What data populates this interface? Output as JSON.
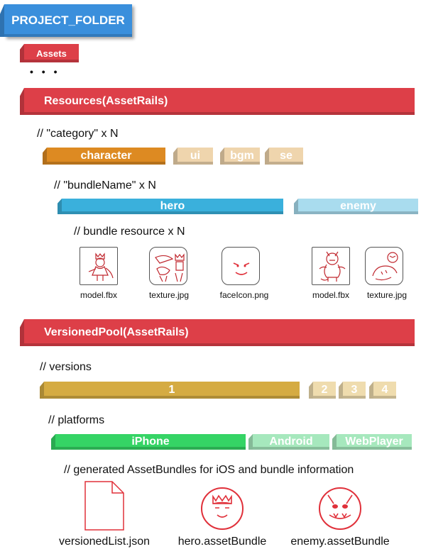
{
  "project": {
    "title": "PROJECT_FOLDER"
  },
  "assets": {
    "label": "Assets",
    "ellipsis": "• • •"
  },
  "resources": {
    "label": "Resources(AssetRails)",
    "category_comment": "// \"category\" x N",
    "categories": [
      "character",
      "ui",
      "bgm",
      "se"
    ],
    "bundle_comment": "// \"bundleName\" x N",
    "bundles": [
      "hero",
      "enemy"
    ],
    "resource_comment": "// bundle resource x N",
    "files": [
      {
        "name": "model.fbx",
        "icon": "hero-model-icon"
      },
      {
        "name": "texture.jpg",
        "icon": "hero-texture-icon"
      },
      {
        "name": "faceIcon.png",
        "icon": "face-icon"
      },
      {
        "name": "model.fbx",
        "icon": "enemy-model-icon"
      },
      {
        "name": "texture.jpg",
        "icon": "enemy-texture-icon"
      }
    ]
  },
  "versioned": {
    "label": "VersionedPool(AssetRails)",
    "versions_comment": "// versions",
    "versions": [
      "1",
      "2",
      "3",
      "4"
    ],
    "platforms_comment": "// platforms",
    "platforms": [
      "iPhone",
      "Android",
      "WebPlayer"
    ],
    "generated_comment": "// generated AssetBundles for iOS and bundle information",
    "outputs": [
      {
        "name": "versionedList.json",
        "icon": "document-icon"
      },
      {
        "name": "hero.assetBundle",
        "icon": "hero-bundle-icon"
      },
      {
        "name": "enemy.assetBundle",
        "icon": "enemy-bundle-icon"
      }
    ]
  },
  "colors": {
    "blue": "#3a8fdc",
    "red": "#dd3f48",
    "orange": "#dd8a22",
    "orange_faded": "#efd5ad",
    "cyan": "#3ab0dc",
    "cyan_faded": "#a9dcee",
    "gold": "#d5ab42",
    "gold_faded": "#efdcae",
    "green": "#35d465",
    "green_faded": "#a6e8bd"
  }
}
